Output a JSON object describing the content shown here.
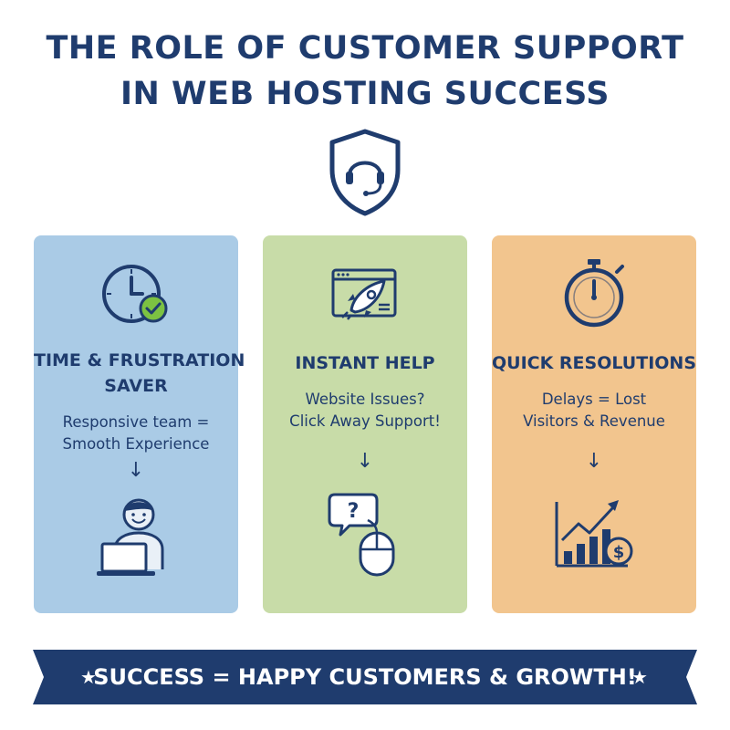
{
  "title": {
    "line1": "THE ROLE OF CUSTOMER SUPPORT",
    "line2": "IN WEB HOSTING SUCCESS"
  },
  "colors": {
    "navy": "#1f3c6e",
    "card_blue": "#aacbe6",
    "card_green": "#c8dca8",
    "card_orange": "#f2c58e",
    "check_green": "#7cc242",
    "banner": "#1f3c6e"
  },
  "cards": [
    {
      "icon": "clock-check-icon",
      "title_lines": [
        "TIME & FRUSTRATION",
        "SAVER"
      ],
      "text_lines": [
        "Responsive team =",
        "Smooth Experience"
      ],
      "arrow": "↓",
      "bottom_icon": "person-laptop-icon"
    },
    {
      "icon": "browser-rocket-icon",
      "title_lines": [
        "INSTANT HELP"
      ],
      "text_lines": [
        "Website Issues?",
        "Click Away Support!"
      ],
      "arrow": "↓",
      "bottom_icon": "question-bubble-mouse-icon"
    },
    {
      "icon": "stopwatch-icon",
      "title_lines": [
        "QUICK RESOLUTIONS"
      ],
      "text_lines": [
        "Delays = Lost",
        "Visitors & Revenue"
      ],
      "arrow": "↓",
      "bottom_icon": "growth-chart-dollar-icon"
    }
  ],
  "banner": {
    "text": "SUCCESS = HAPPY CUSTOMERS & GROWTH!",
    "star": "★"
  }
}
